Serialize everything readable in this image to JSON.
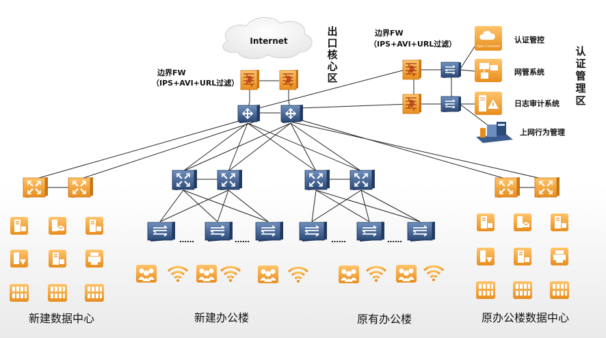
{
  "core_zone": {
    "internet_label": "Internet",
    "zone_title": "出口核心区",
    "fw_label": "边界FW",
    "fw_sublabel": "（IPS+AVI+URL过滤）"
  },
  "auth_zone": {
    "zone_title": "认证管理区",
    "fw_label": "边界FW",
    "fw_sublabel": "（IPS+AVI+URL过滤）",
    "controller_logo_text": "Agile Controller",
    "systems": [
      "认证管控",
      "网管系统",
      "日志审计系统",
      "上网行为管理"
    ]
  },
  "bottom_zones": {
    "dc_new": "新建数据中心",
    "office_new": "新建办公楼",
    "office_old": "原有办公楼",
    "dc_old": "原办公楼数据中心"
  },
  "ellipsis": "……",
  "colors": {
    "orange": "#f2a43a",
    "orange_dark": "#d9861f",
    "navy": "#2e4d7b",
    "navy_light": "#5d7fb0",
    "line": "#222222"
  }
}
